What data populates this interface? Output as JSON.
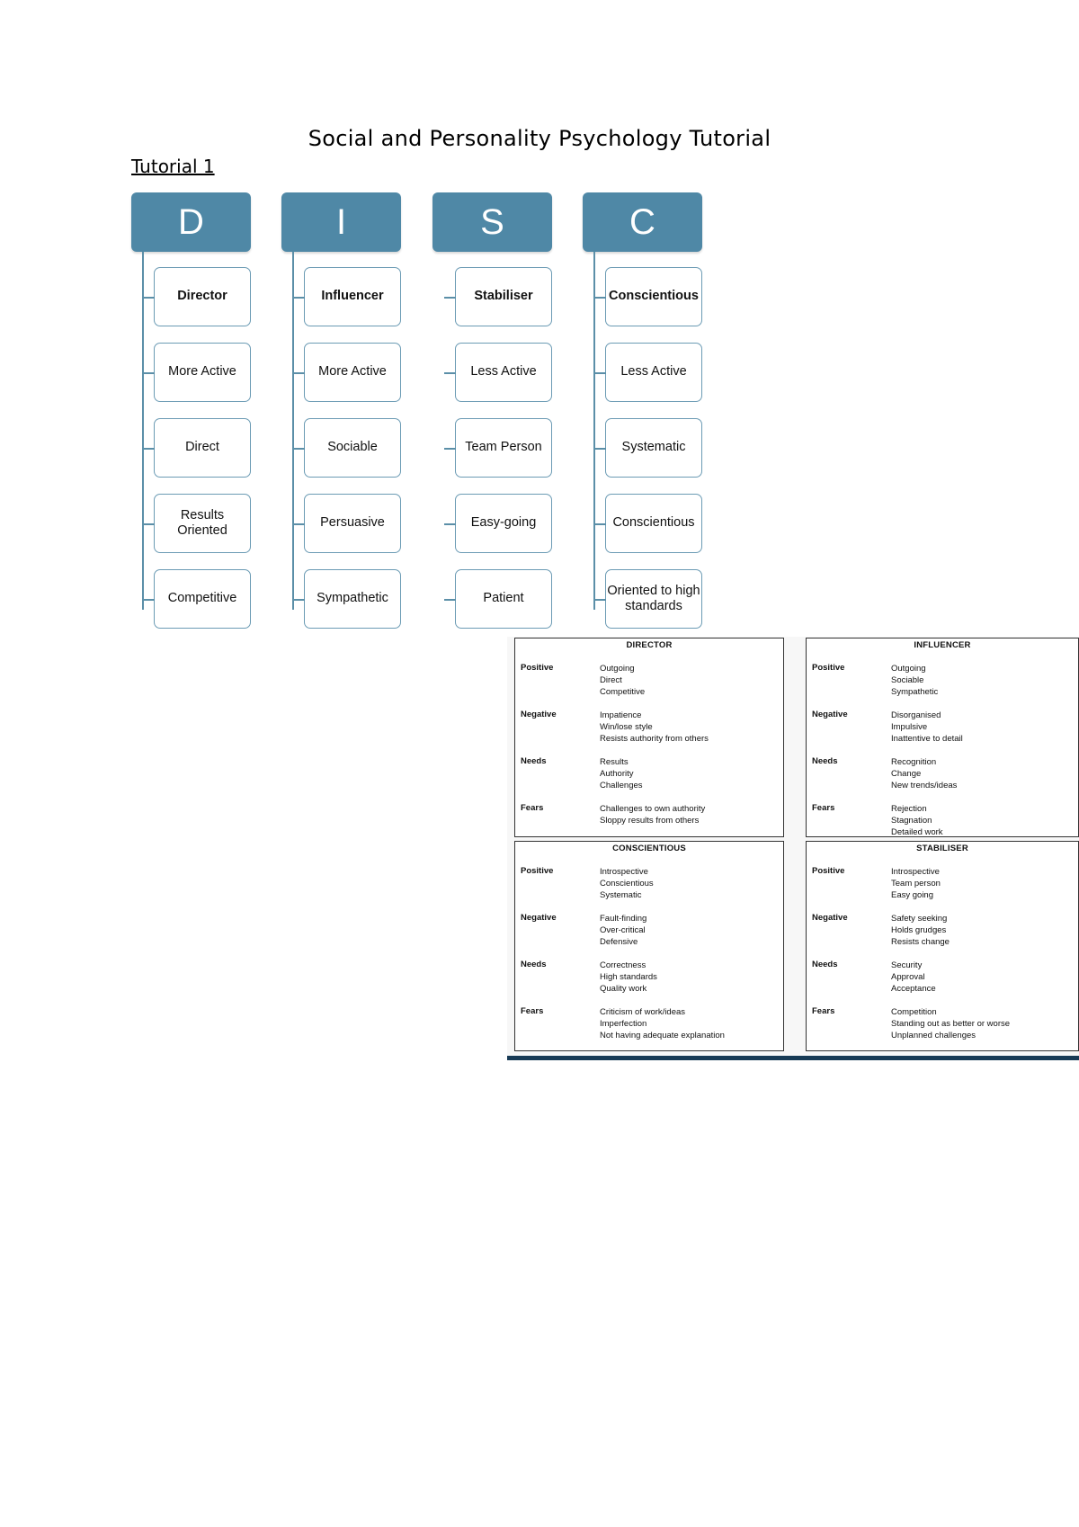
{
  "document": {
    "title": "Social and Personality Psychology Tutorial",
    "subtitle": "Tutorial 1"
  },
  "disc": {
    "accent_color": "#4f88a6",
    "columns": [
      {
        "letter": "D",
        "items": [
          "Director",
          "More Active",
          "Direct",
          "Results Oriented",
          "Competitive"
        ]
      },
      {
        "letter": "I",
        "items": [
          "Influencer",
          "More Active",
          "Sociable",
          "Persuasive",
          "Sympathetic"
        ]
      },
      {
        "letter": "S",
        "items": [
          "Stabiliser",
          "Less Active",
          "Team Person",
          "Easy-going",
          "Patient"
        ]
      },
      {
        "letter": "C",
        "items": [
          "Conscientious",
          "Less Active",
          "Systematic",
          "Conscientious",
          "Oriented to high standards"
        ]
      }
    ]
  },
  "profiles": [
    {
      "title": "DIRECTOR",
      "rows": [
        {
          "label": "Positive",
          "items": [
            "Outgoing",
            "Direct",
            "Competitive"
          ]
        },
        {
          "label": "Negative",
          "items": [
            "Impatience",
            "Win/lose style",
            "Resists authority from others"
          ]
        },
        {
          "label": "Needs",
          "items": [
            "Results",
            "Authority",
            "Challenges"
          ]
        },
        {
          "label": "Fears",
          "items": [
            "Challenges to own authority",
            "Sloppy results from others"
          ]
        }
      ]
    },
    {
      "title": "INFLUENCER",
      "rows": [
        {
          "label": "Positive",
          "items": [
            "Outgoing",
            "Sociable",
            "Sympathetic"
          ]
        },
        {
          "label": "Negative",
          "items": [
            "Disorganised",
            "Impulsive",
            "Inattentive to detail"
          ]
        },
        {
          "label": "Needs",
          "items": [
            "Recognition",
            "Change",
            "New trends/ideas"
          ]
        },
        {
          "label": "Fears",
          "items": [
            "Rejection",
            "Stagnation",
            "Detailed work"
          ]
        }
      ]
    },
    {
      "title": "CONSCIENTIOUS",
      "rows": [
        {
          "label": "Positive",
          "items": [
            "Introspective",
            "Conscientious",
            "Systematic"
          ]
        },
        {
          "label": "Negative",
          "items": [
            "Fault-finding",
            "Over-critical",
            "Defensive"
          ]
        },
        {
          "label": "Needs",
          "items": [
            "Correctness",
            "High standards",
            "Quality work"
          ]
        },
        {
          "label": "Fears",
          "items": [
            "Criticism of work/ideas",
            "Imperfection",
            "Not having adequate explanation"
          ]
        }
      ]
    },
    {
      "title": "STABILISER",
      "rows": [
        {
          "label": "Positive",
          "items": [
            "Introspective",
            "Team person",
            "Easy going"
          ]
        },
        {
          "label": "Negative",
          "items": [
            "Safety seeking",
            "Holds grudges",
            "Resists change"
          ]
        },
        {
          "label": "Needs",
          "items": [
            "Security",
            "Approval",
            "Acceptance"
          ]
        },
        {
          "label": "Fears",
          "items": [
            "Competition",
            "Standing out as better or worse",
            "Unplanned challenges"
          ]
        }
      ]
    }
  ]
}
